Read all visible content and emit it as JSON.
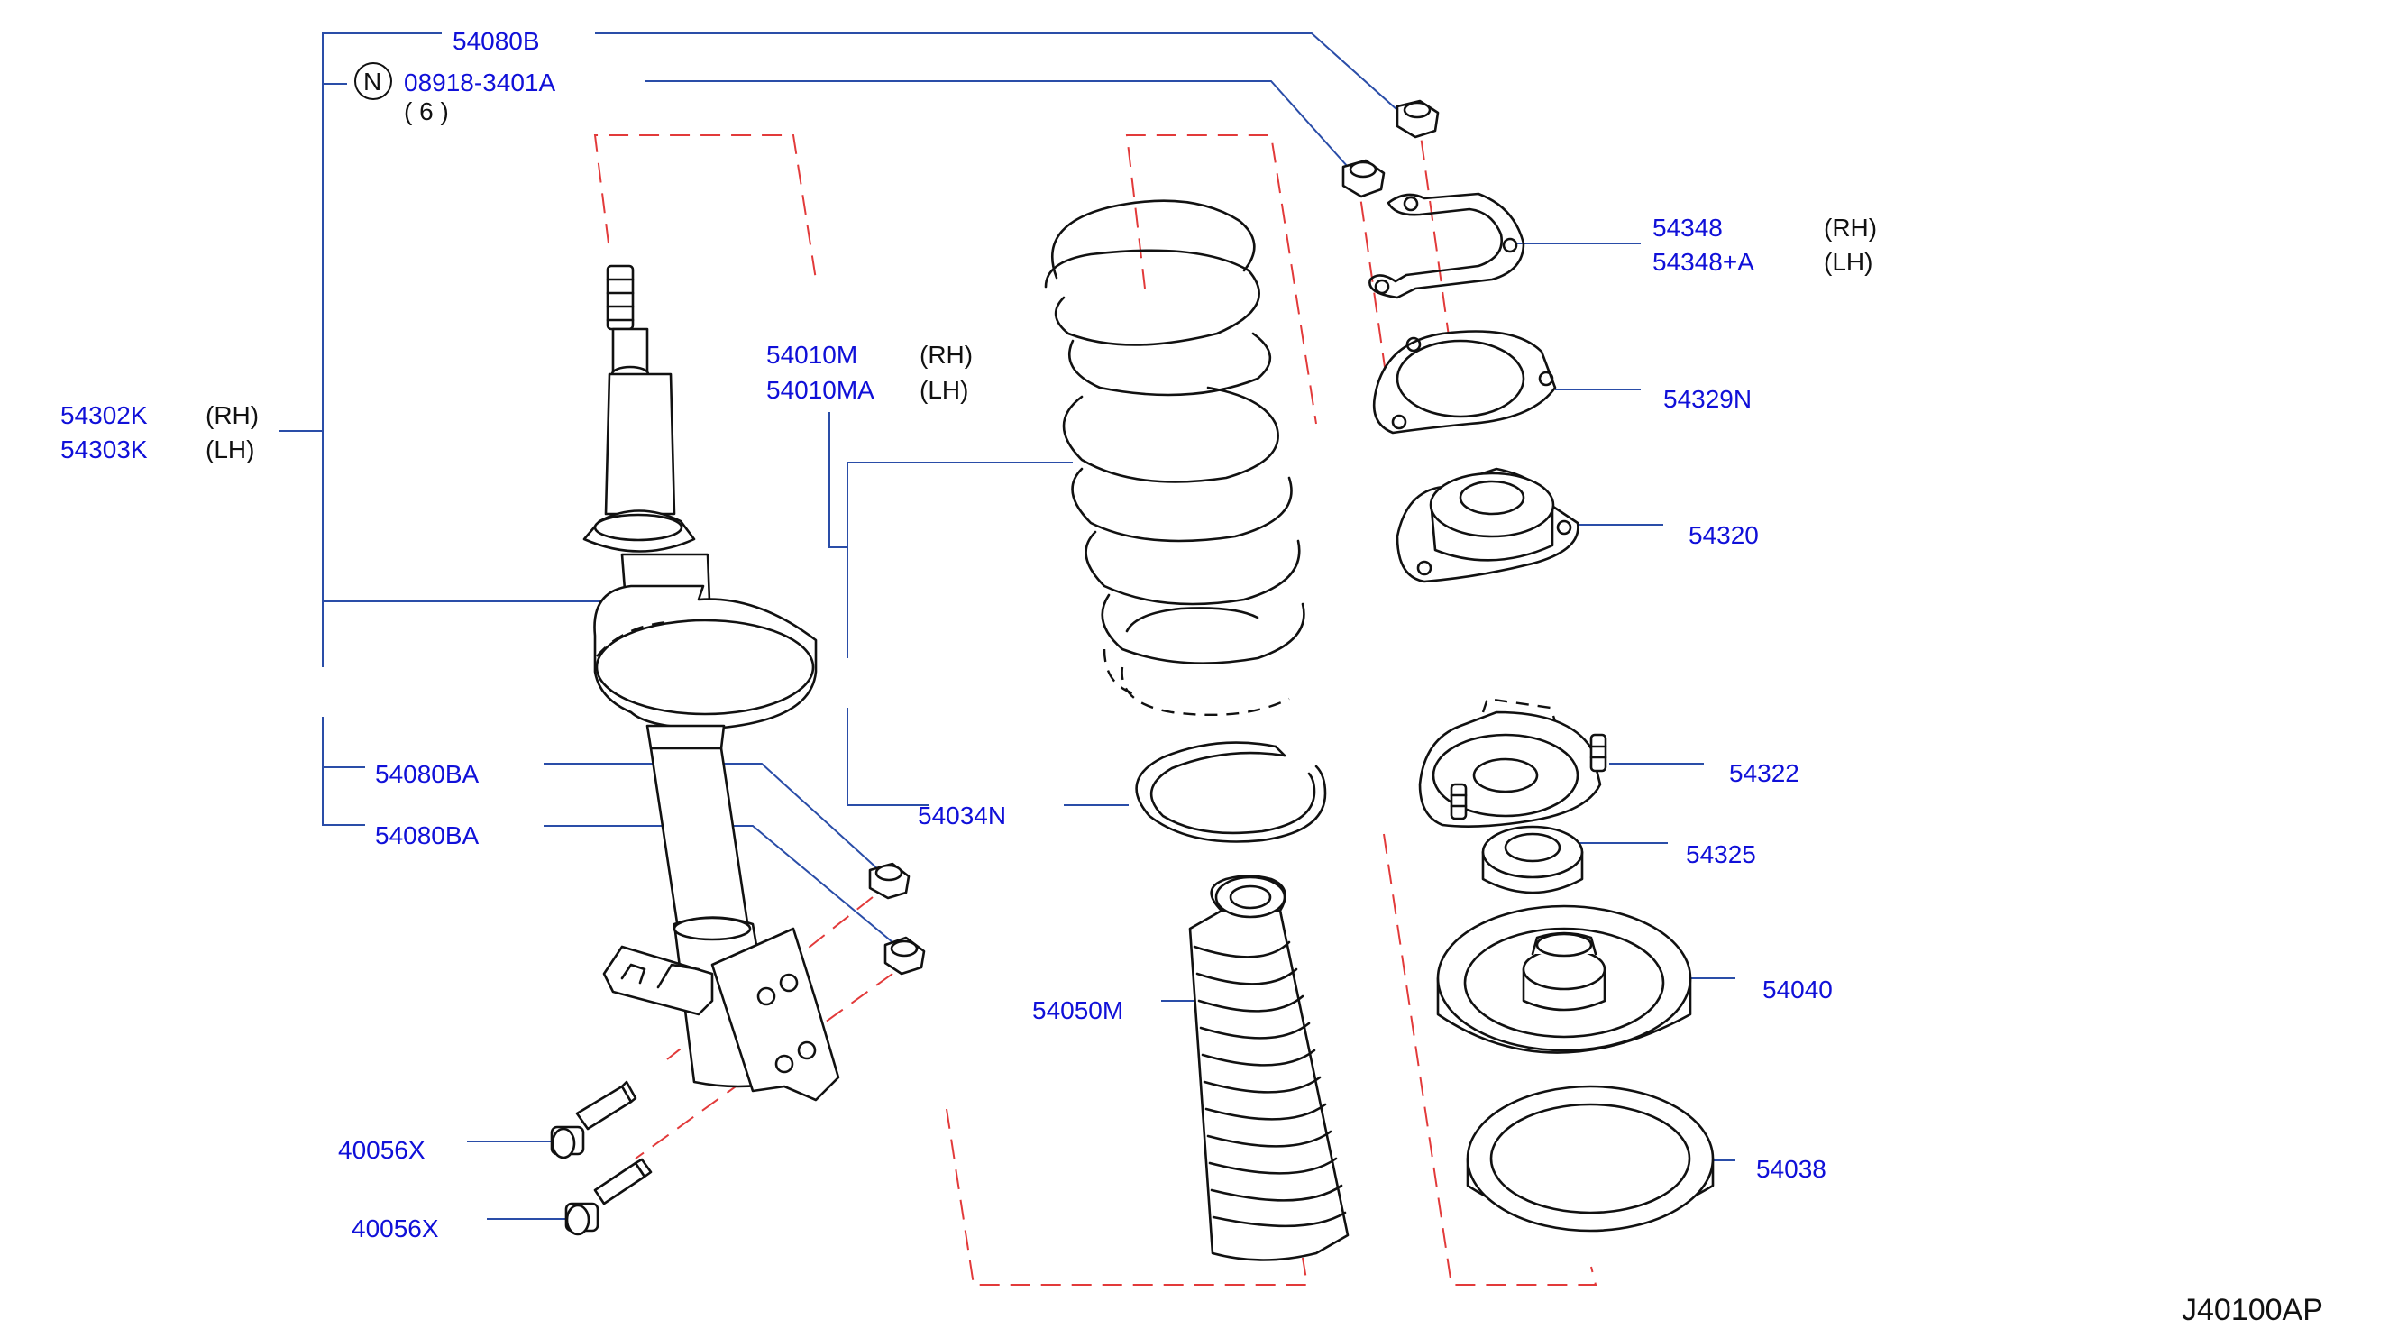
{
  "labels": {
    "p54080b": "54080B",
    "n_symbol": "N",
    "p08918": "08918-3401A",
    "qty6": "( 6 )",
    "p54302k": "54302K",
    "p54302k_side": "(RH)",
    "p54303k": "54303K",
    "p54303k_side": "(LH)",
    "p54080ba_1": "54080BA",
    "p54080ba_2": "54080BA",
    "p40056x_1": "40056X",
    "p40056x_2": "40056X",
    "p54010m": "54010M",
    "p54010m_side": "(RH)",
    "p54010ma": "54010MA",
    "p54010ma_side": "(LH)",
    "p54034n": "54034N",
    "p54050m": "54050M",
    "p54348": "54348",
    "p54348_side": "(RH)",
    "p54348a": "54348+A",
    "p54348a_side": "(LH)",
    "p54329n": "54329N",
    "p54320": "54320",
    "p54322": "54322",
    "p54325": "54325",
    "p54040": "54040",
    "p54038": "54038",
    "diagram_code": "J40100AP"
  },
  "colors": {
    "label": "#1010d8",
    "leader": "#2a4da8",
    "part_outline": "#111111",
    "phantom_line": "#e23a3a"
  }
}
